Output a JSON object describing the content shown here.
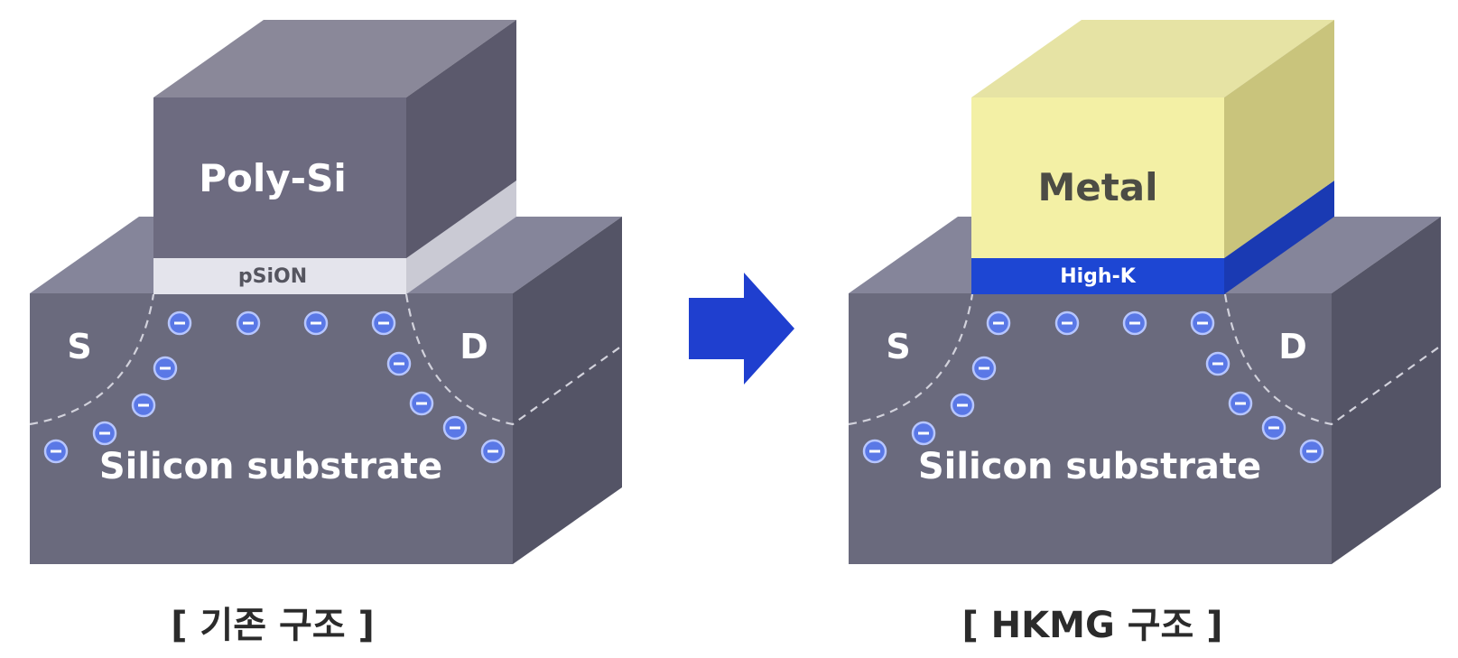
{
  "structures": [
    {
      "gate_label": "Poly-Si",
      "dielectric_label": "pSiON",
      "source_label": "S",
      "drain_label": "D",
      "substrate_label": "Silicon substrate",
      "caption": "[ 기존 구조 ]",
      "colors": {
        "gate_front": "#6d6b80",
        "gate_top": "#8a8899",
        "gate_side": "#5b596c",
        "dielectric_front": "#e4e4ec",
        "dielectric_side": "#cacad4"
      }
    },
    {
      "gate_label": "Metal",
      "dielectric_label": "High-K",
      "source_label": "S",
      "drain_label": "D",
      "substrate_label": "Silicon substrate",
      "caption": "[ HKMG 구조 ]",
      "colors": {
        "gate_front": "#f3f0a5",
        "gate_top": "#e6e3a4",
        "gate_side": "#c9c47c",
        "dielectric_front": "#1d46d3",
        "dielectric_side": "#1a3ab3"
      }
    }
  ],
  "arrow": {
    "icon": "right-arrow-icon",
    "color": "#1f3fcf"
  },
  "substrate_colors": {
    "front": "#6a6a7d",
    "top": "#85859a",
    "side": "#545466"
  },
  "electron_color": "#5a78e6"
}
